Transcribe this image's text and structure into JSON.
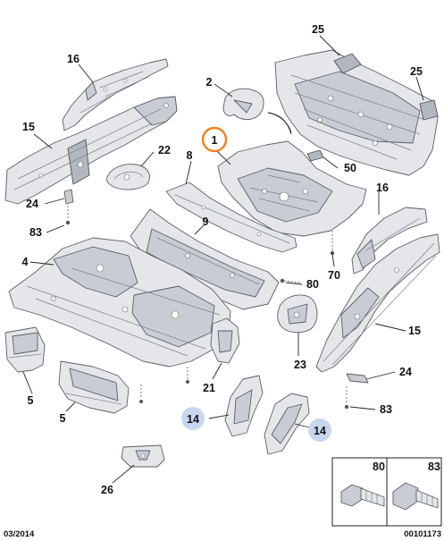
{
  "diagram": {
    "callouts": [
      {
        "id": "c16a",
        "label": "16"
      },
      {
        "id": "c15a",
        "label": "15"
      },
      {
        "id": "c2",
        "label": "2"
      },
      {
        "id": "c1",
        "label": "1"
      },
      {
        "id": "c22",
        "label": "22"
      },
      {
        "id": "c8",
        "label": "8"
      },
      {
        "id": "c25a",
        "label": "25"
      },
      {
        "id": "c25b",
        "label": "25"
      },
      {
        "id": "c50",
        "label": "50"
      },
      {
        "id": "c24a",
        "label": "24"
      },
      {
        "id": "c83a",
        "label": "83"
      },
      {
        "id": "c9",
        "label": "9"
      },
      {
        "id": "c4",
        "label": "4"
      },
      {
        "id": "c16b",
        "label": "16"
      },
      {
        "id": "c70",
        "label": "70"
      },
      {
        "id": "c80",
        "label": "80"
      },
      {
        "id": "c15b",
        "label": "15"
      },
      {
        "id": "c23",
        "label": "23"
      },
      {
        "id": "c21",
        "label": "21"
      },
      {
        "id": "c24b",
        "label": "24"
      },
      {
        "id": "c5a",
        "label": "5"
      },
      {
        "id": "c5b",
        "label": "5"
      },
      {
        "id": "c14a",
        "label": "14"
      },
      {
        "id": "c14b",
        "label": "14"
      },
      {
        "id": "c83b",
        "label": "83"
      },
      {
        "id": "c26",
        "label": "26"
      }
    ],
    "inset": {
      "left_label": "80",
      "right_label": "83"
    },
    "footer": {
      "date": "03/2014",
      "reference": "00101173"
    },
    "colors": {
      "highlight_ring": "#f08020",
      "highlight_badge": "#c9d7ee",
      "part_fill": "#e4e6ea",
      "part_stroke": "#5a5f66"
    }
  }
}
